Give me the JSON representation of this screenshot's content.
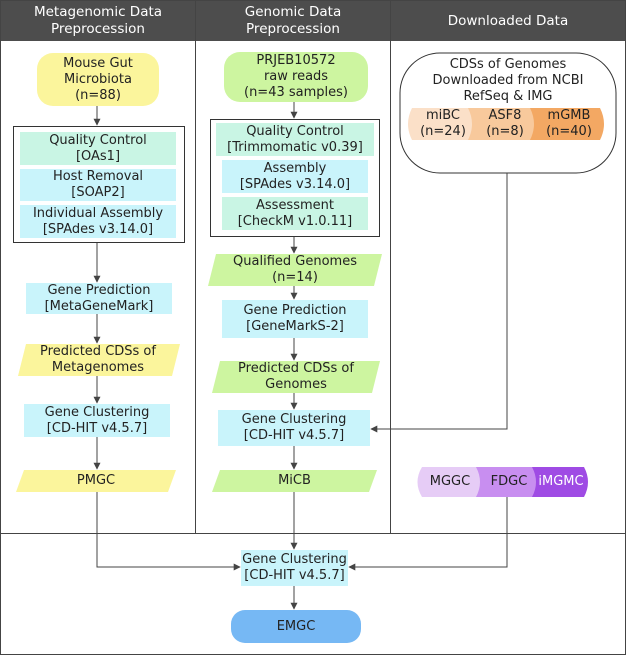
{
  "headers": {
    "metagenomic": "Metagenomic Data\nPreprocession",
    "genomic": "Genomic Data Preprocession",
    "downloaded": "Downloaded Data"
  },
  "metagenomic": {
    "source": "Mouse Gut\nMicrobiota\n(n=88)",
    "qc": "Quality Control\n[OAs1]",
    "host_removal": "Host Removal\n[SOAP2]",
    "assembly": "Individual Assembly\n[SPAdes v3.14.0]",
    "gene_prediction": "Gene Prediction\n[MetaGeneMark]",
    "predicted": "Predicted CDSs of\nMetagenomes",
    "clustering": "Gene Clustering\n[CD-HIT v4.5.7]",
    "output": "PMGC"
  },
  "genomic": {
    "source": "PRJEB10572\nraw reads\n(n=43 samples)",
    "qc": "Quality Control\n[Trimmomatic v0.39]",
    "assembly": "Assembly\n[SPAdes v3.14.0]",
    "assessment": "Assessment\n[CheckM v1.0.11]",
    "qualified": "Qualified Genomes\n(n=14)",
    "gene_prediction": "Gene Prediction\n[GeneMarkS-2]",
    "predicted": "Predicted CDSs of\nGenomes",
    "clustering": "Gene Clustering\n[CD-HIT v4.5.7]",
    "output": "MiCB"
  },
  "downloaded": {
    "title": "CDSs of Genomes\nDownloaded from NCBI\nRefSeq & IMG",
    "db1": "miBC\n(n=24)",
    "db2": "ASF8\n(n=8)",
    "db3": "mGMB\n(n=40)",
    "cat1": "MGGC",
    "cat2": "FDGC",
    "cat3": "iMGMC"
  },
  "final": {
    "clustering": "Gene Clustering\n[CD-HIT v4.5.7]",
    "output": "EMGC"
  },
  "colors": {
    "header": "#4d4d4d",
    "cyan": "#c9f4fb",
    "mint": "#c9f5e4",
    "yellow": "#fbf59c",
    "green": "#cdf5a0",
    "blue": "#76b8f4",
    "peach_light": "#fbe0c8",
    "peach": "#f8c99c",
    "orange": "#f3a863",
    "lavender": "#e6ccf6",
    "violet": "#c88ef0",
    "purple": "#9f4be4"
  }
}
